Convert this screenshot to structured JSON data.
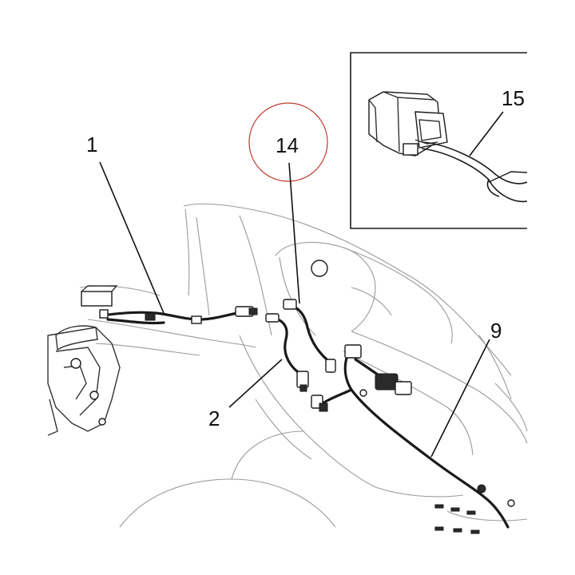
{
  "callouts": {
    "c1": "1",
    "c2": "2",
    "c9": "9",
    "c14": "14",
    "c15": "15"
  },
  "colors": {
    "highlight_circle": "#c0392b",
    "line": "#1a1a1a",
    "outline": "#9a9a9a"
  }
}
